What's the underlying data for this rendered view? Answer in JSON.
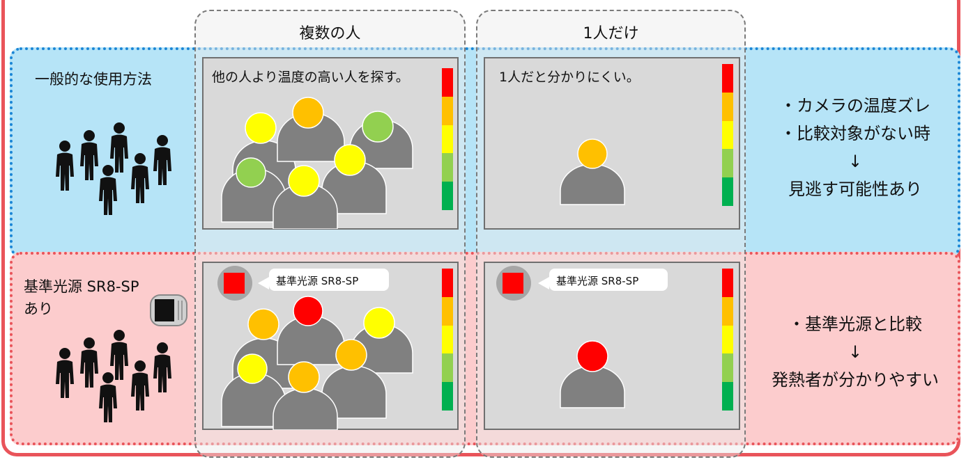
{
  "columns": {
    "multiple": "複数の人",
    "single": "1人だけ"
  },
  "rows": {
    "normal": {
      "label": "一般的な使用方法",
      "panel_multi_caption": "他の人より温度の高い人を探す。",
      "panel_single_caption": "1人だと分かりにくい。",
      "conclusion": [
        "・カメラの温度ズレ",
        "・比較対象がない時",
        "↓",
        "見逃す可能性あり"
      ]
    },
    "reference": {
      "label_line1": "基準光源 SR8-SP",
      "label_line2": "あり",
      "callout": "基準光源 SR8-SP",
      "conclusion": [
        "・基準光源と比較",
        "↓",
        "発熱者が分かりやすい"
      ]
    }
  },
  "colors": {
    "scale": [
      "#ff0000",
      "#ffc000",
      "#ffff00",
      "#92d050",
      "#00b050"
    ],
    "person_body": "#808080",
    "head_red": "#ff0000",
    "head_orange": "#ffc000",
    "head_yellow": "#ffff00",
    "head_green": "#92d050",
    "blue_band": "#b6e4f7",
    "red_band": "#fccccd",
    "frame_red": "#e9545a",
    "dot_blue": "#1b86d6"
  },
  "icons": [
    "people-group-icon",
    "person-icon",
    "reference-light-source-device-icon"
  ]
}
